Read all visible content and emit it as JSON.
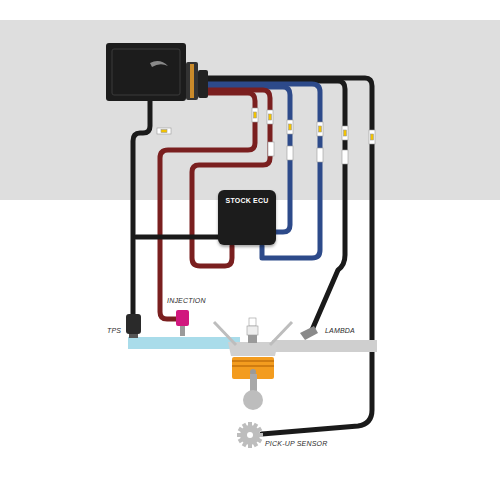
{
  "diagram": {
    "nodes": [
      {
        "text": [
          "STOCK ECU"
        ]
      }
    ],
    "labels": [
      "INJECTION",
      "TPS",
      "LAMBDA",
      "PICK-UP SENSOR"
    ]
  }
}
